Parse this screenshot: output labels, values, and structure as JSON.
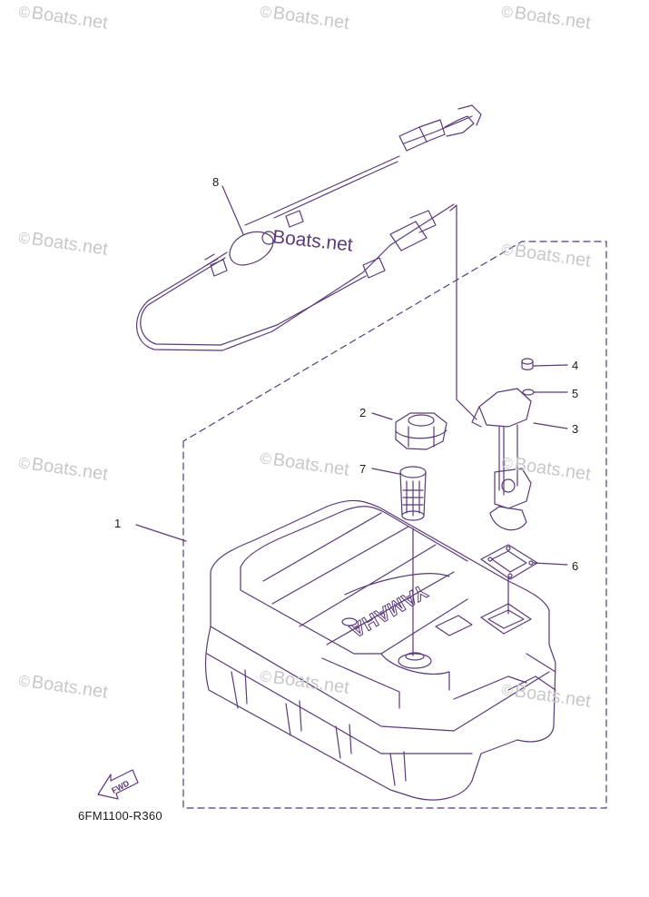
{
  "watermark": {
    "text": "Boats.net",
    "symbol": "©"
  },
  "center_watermark": "Boats.net",
  "diagram_code": "6FM1100-R360",
  "fwd_label": "FWD",
  "brand_text": "YAMAHA",
  "callouts": [
    "1",
    "2",
    "3",
    "4",
    "5",
    "6",
    "7",
    "8"
  ],
  "colors": {
    "line": "#5a3a78",
    "text": "#1a1a1a",
    "watermark": "#c8c8c8"
  }
}
